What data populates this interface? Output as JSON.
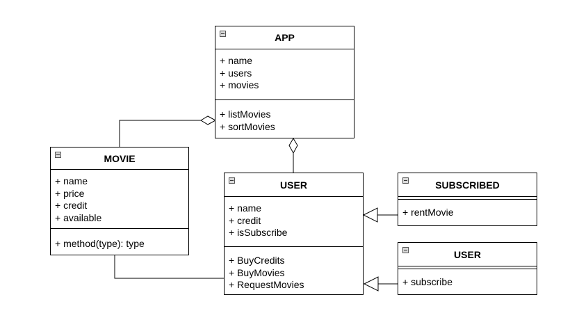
{
  "classes": {
    "app": {
      "title": "APP",
      "attributes": [
        "+ name",
        "+ users",
        "+ movies"
      ],
      "methods": [
        "+ listMovies",
        "+ sortMovies"
      ]
    },
    "movie": {
      "title": "MOVIE",
      "attributes": [
        "+ name",
        "+ price",
        "+ credit",
        "+ available"
      ],
      "methods": [
        "+ method(type): type"
      ]
    },
    "user": {
      "title": "USER",
      "attributes": [
        "+ name",
        "+ credit",
        "+ isSubscribe"
      ],
      "methods": [
        "+ BuyCredits",
        "+ BuyMovies",
        "+ RequestMovies"
      ]
    },
    "subscribed": {
      "title": "SUBSCRIBED",
      "methods": [
        "+ rentMovie"
      ]
    },
    "user2": {
      "title": "USER",
      "methods": [
        "+ subscribe"
      ]
    }
  },
  "relationships": [
    {
      "from": "movie",
      "to": "app",
      "kind": "aggregation"
    },
    {
      "from": "user",
      "to": "app",
      "kind": "aggregation"
    },
    {
      "from": "subscribed",
      "to": "user",
      "kind": "generalization"
    },
    {
      "from": "user2",
      "to": "user",
      "kind": "generalization"
    },
    {
      "from": "movie",
      "to": "user",
      "kind": "association"
    }
  ],
  "colors": {
    "line": "#000000",
    "background": "#ffffff",
    "collapse_box": "#d9d9d9"
  }
}
